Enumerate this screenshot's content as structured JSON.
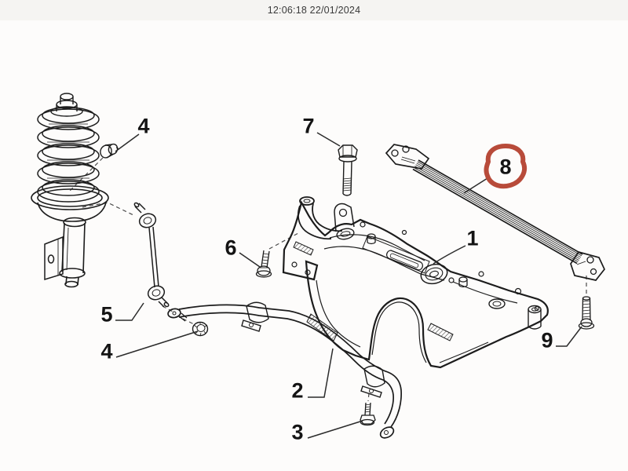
{
  "header": {
    "timestamp": "12:06:18 22/01/2024"
  },
  "diagram": {
    "description": "Exploded parts diagram: front strut, stabilizer bar, subframe crossmember and reinforcement bar",
    "callouts": [
      {
        "number": "1",
        "part": "subframe-crossmember"
      },
      {
        "number": "2",
        "part": "stabilizer-bar"
      },
      {
        "number": "3",
        "part": "stabilizer-clamp-bolt"
      },
      {
        "number": "4",
        "part": "strut-top-nut"
      },
      {
        "number": "4",
        "part": "stabilizer-link-nut"
      },
      {
        "number": "5",
        "part": "stabilizer-link"
      },
      {
        "number": "6",
        "part": "subframe-front-bolt"
      },
      {
        "number": "7",
        "part": "subframe-long-bolt"
      },
      {
        "number": "8",
        "part": "reinforcement-crossbar"
      },
      {
        "number": "9",
        "part": "reinforcement-bar-bolt"
      }
    ],
    "annotation": {
      "highlighted_number": "8",
      "circle_color": "#b84b3a"
    },
    "ink_color": "#1c1c1c"
  }
}
